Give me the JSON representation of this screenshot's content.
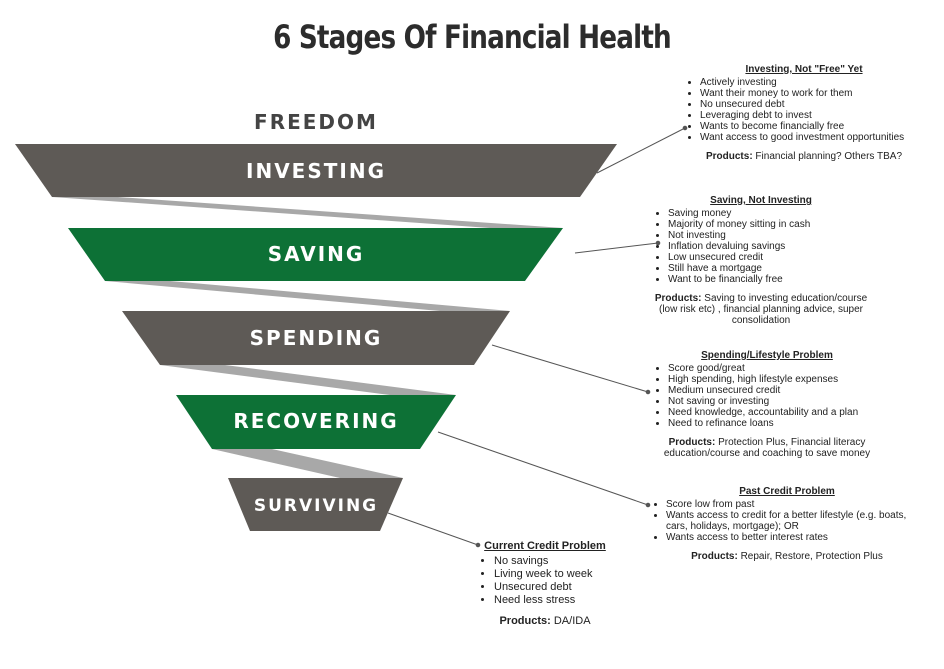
{
  "title": "6 Stages Of Financial Health",
  "top_label": "FREEDOM",
  "colors": {
    "gray": "#5e5a56",
    "green": "#0d7136",
    "connector": "#a8a8a8",
    "text_dark": "#2c2c2c"
  },
  "stages": [
    {
      "label": "INVESTING",
      "color": "gray"
    },
    {
      "label": "SAVING",
      "color": "green"
    },
    {
      "label": "SPENDING",
      "color": "gray"
    },
    {
      "label": "RECOVERING",
      "color": "green"
    },
    {
      "label": "SURVIVING",
      "color": "gray"
    }
  ],
  "panels": {
    "investing": {
      "heading": "Investing, Not \"Free\" Yet",
      "items": [
        "Actively investing",
        "Want their money to work for them",
        "No unsecured debt",
        "Leveraging debt to invest",
        "Wants to become financially free",
        "Want access to good investment opportunities"
      ],
      "products_label": "Products:",
      "products": " Financial planning? Others TBA?"
    },
    "saving": {
      "heading": "Saving, Not Investing",
      "items": [
        "Saving money",
        "Majority of money sitting in cash",
        "Not investing",
        "Inflation devaluing savings",
        "Low unsecured credit",
        "Still have a mortgage",
        "Want to be financially free"
      ],
      "products_label": "Products:",
      "products": " Saving to investing education/course (low risk etc) , financial planning advice, super consolidation"
    },
    "spending": {
      "heading": "Spending/Lifestyle Problem",
      "items": [
        "Score good/great",
        "High spending, high lifestyle expenses",
        "Medium unsecured credit",
        "Not saving or investing",
        "Need knowledge, accountability and a plan",
        "Need to refinance loans"
      ],
      "products_label": "Products:",
      "products": " Protection Plus, Financial literacy education/course and coaching to save money"
    },
    "recovering": {
      "heading": "Past Credit Problem",
      "items": [
        "Score low from past",
        "Wants access to credit for a better lifestyle (e.g. boats, cars, holidays, mortgage); OR",
        "Wants access to better interest rates"
      ],
      "products_label": "Products:",
      "products": " Repair, Restore, Protection Plus"
    },
    "surviving": {
      "heading": "Current Credit Problem",
      "items": [
        "No savings",
        "Living week to week",
        "Unsecured debt",
        "Need less stress"
      ],
      "products_label": "Products:",
      "products": " DA/IDA"
    }
  }
}
